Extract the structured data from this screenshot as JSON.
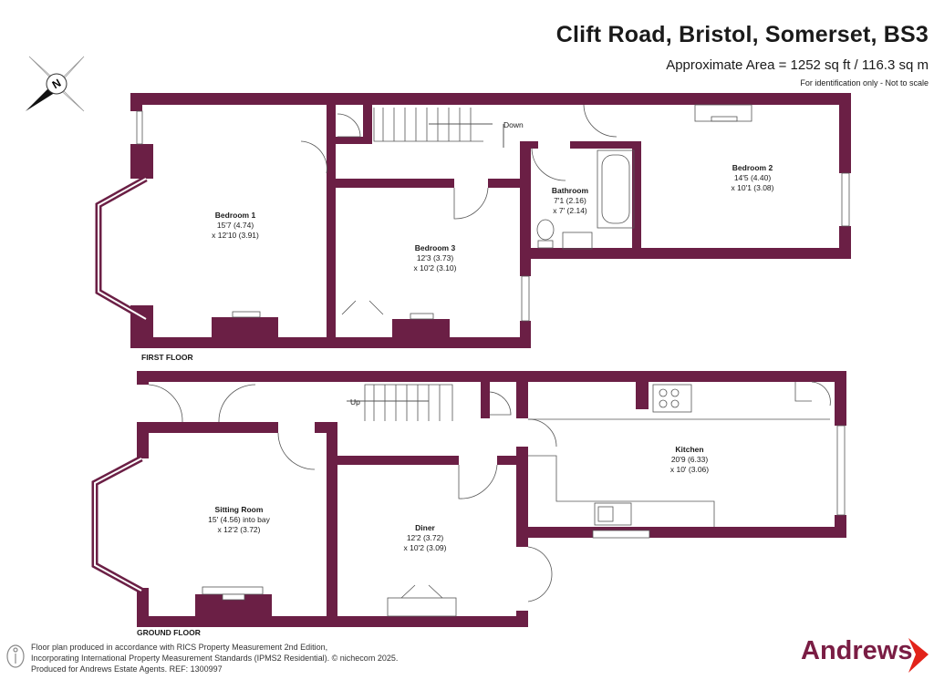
{
  "header": {
    "address": "Clift Road, Bristol, Somerset, BS3",
    "area": "Approximate Area = 1252 sq ft / 116.3 sq m",
    "disclaimer": "For identification only - Not to scale"
  },
  "compass": {
    "label": "N"
  },
  "first_floor": {
    "label": "FIRST FLOOR",
    "stairs_label": "Down",
    "rooms": [
      {
        "name": "Bedroom 1",
        "dim1": "15'7 (4.74)",
        "dim2": "x 12'10 (3.91)"
      },
      {
        "name": "Bedroom 3",
        "dim1": "12'3 (3.73)",
        "dim2": "x 10'2 (3.10)"
      },
      {
        "name": "Bathroom",
        "dim1": "7'1 (2.16)",
        "dim2": "x 7' (2.14)"
      },
      {
        "name": "Bedroom 2",
        "dim1": "14'5 (4.40)",
        "dim2": "x 10'1 (3.08)"
      }
    ]
  },
  "ground_floor": {
    "label": "GROUND FLOOR",
    "stairs_label": "Up",
    "rooms": [
      {
        "name": "Sitting Room",
        "dim1": "15' (4.56) into bay",
        "dim2": "x 12'2 (3.72)"
      },
      {
        "name": "Diner",
        "dim1": "12'2 (3.72)",
        "dim2": "x 10'2 (3.09)"
      },
      {
        "name": "Kitchen",
        "dim1": "20'9 (6.33)",
        "dim2": "x 10' (3.06)"
      }
    ]
  },
  "footer": {
    "line1": "Floor plan produced in accordance with RICS Property Measurement 2nd Edition,",
    "line2": "Incorporating International Property Measurement Standards (IPMS2 Residential).  © nichecom 2025.",
    "line3": "Produced for Andrews Estate Agents.   REF: 1300997"
  },
  "brand": {
    "name": "Andrews",
    "color": "#7a1d44"
  },
  "colors": {
    "wall": "#6b1f45",
    "fixture": "#555555"
  }
}
